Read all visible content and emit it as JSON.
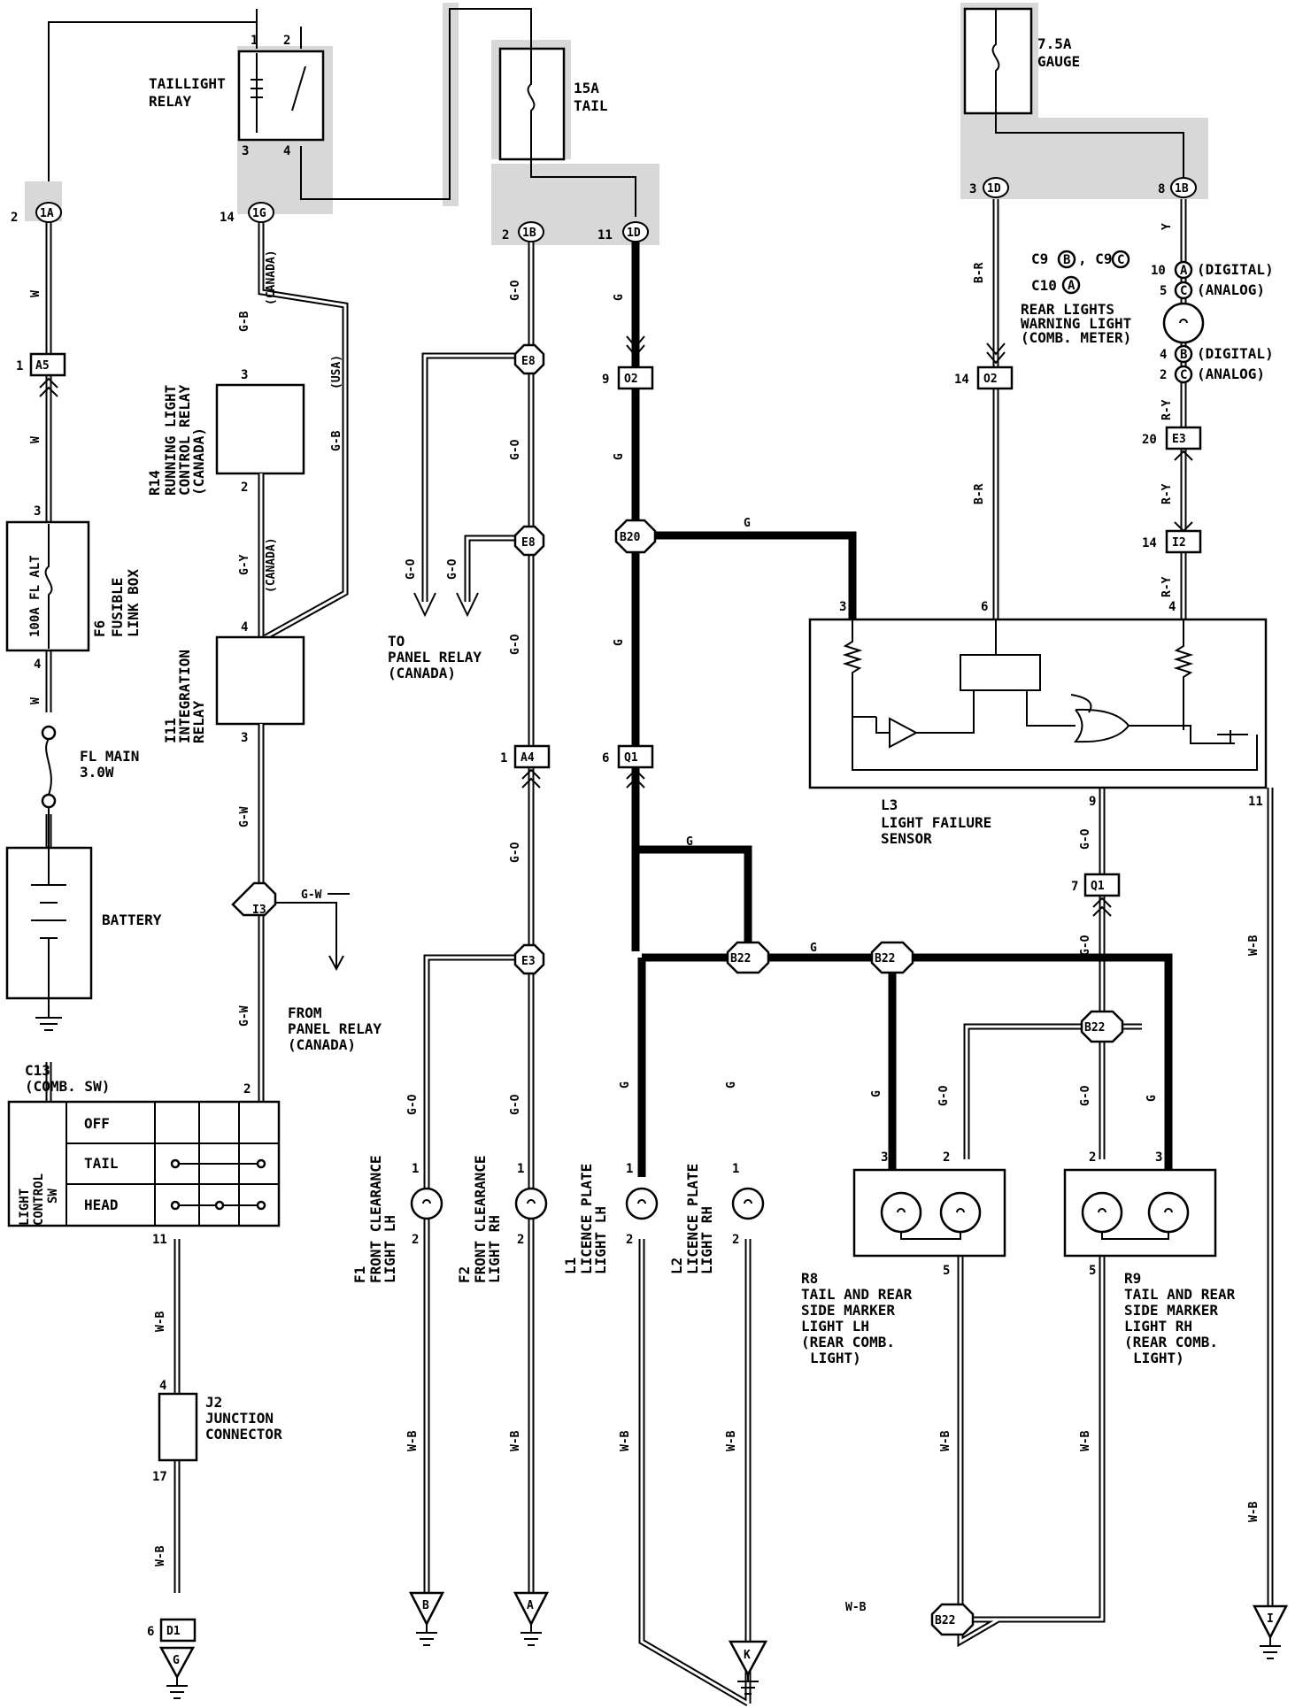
{
  "components": {
    "taillight_relay": "TAILLIGHT\nRELAY",
    "fuse_15a": "15A\nTAIL",
    "fuse_7_5a": "7.5A\nGAUGE",
    "fusible_link": "F6\nFUSIBLE\nLINK BOX",
    "fusible_link_inner": "100A FL ALT",
    "fl_main": "FL MAIN\n3.0W",
    "battery": "BATTERY",
    "running_light_relay": "R14\nRUNNING LIGHT\nCONTROL RELAY\n(CANADA)",
    "integration_relay": "I11\nINTEGRATION\nRELAY",
    "comb_sw": "C13\n(COMB. SW)",
    "light_control_sw": "LIGHT\nCONTROL\nSW",
    "junction_connector": "J2\nJUNCTION\nCONNECTOR",
    "to_panel_relay": "TO\nPANEL RELAY\n(CANADA)",
    "from_panel_relay": "FROM\nPANEL RELAY\n(CANADA)",
    "light_failure_sensor": "L3\nLIGHT FAILURE\nSENSOR",
    "rear_lights_warning": "REAR LIGHTS\nWARNING LIGHT\n(COMB. METER)",
    "meter_refs": "C9 B , C9 C",
    "meter_ref_c10": "C10 A",
    "meter_pin_10": "10 A (DIGITAL)",
    "meter_pin_5": "5 C (ANALOG)",
    "meter_pin_4": "4 B (DIGITAL)",
    "meter_pin_2": "2 C (ANALOG)",
    "front_clearance_lh": "F1\nFRONT CLEARANCE\nLIGHT LH",
    "front_clearance_rh": "F2\nFRONT CLEARANCE\nLIGHT RH",
    "licence_plate_lh": "L1\nLICENCE PLATE\nLIGHT LH",
    "licence_plate_rh": "L2\nLICENCE PLATE\nLIGHT RH",
    "tail_lh": "R8\nTAIL AND REAR\nSIDE MARKER\nLIGHT LH\n(REAR COMB.\nLIGHT)",
    "tail_rh": "R9\nTAIL AND REAR\nSIDE MARKER\nLIGHT RH\n(REAR COMB.\nLIGHT)"
  },
  "switch_positions": [
    "OFF",
    "TAIL",
    "HEAD"
  ],
  "connectors": [
    "1A",
    "1G",
    "1B",
    "1D",
    "1D",
    "1B",
    "A5",
    "O2",
    "O2",
    "E3",
    "I2",
    "A4",
    "Q1",
    "Q1",
    "D1"
  ],
  "junctions": [
    "E8",
    "E8",
    "B20",
    "I3",
    "E3",
    "B22",
    "B22",
    "B22",
    "B22"
  ],
  "grounds": [
    "G",
    "B",
    "A",
    "K",
    "I"
  ],
  "wire_colors": {
    "w": "W",
    "gb": "G-B",
    "gy": "G-Y",
    "gw": "G-W",
    "go": "G-O",
    "g": "G",
    "br": "B-R",
    "y": "Y",
    "ry": "R-Y",
    "wb": "W-B"
  },
  "region_tags": {
    "canada": "(CANADA)",
    "usa": "(USA)"
  },
  "pins": {
    "p1": "1",
    "p2": "2",
    "p3": "3",
    "p4": "4",
    "p5": "5",
    "p6": "6",
    "p7": "7",
    "p8": "8",
    "p9": "9",
    "p10": "10",
    "p11": "11",
    "p14": "14",
    "p17": "17",
    "p20": "20"
  }
}
